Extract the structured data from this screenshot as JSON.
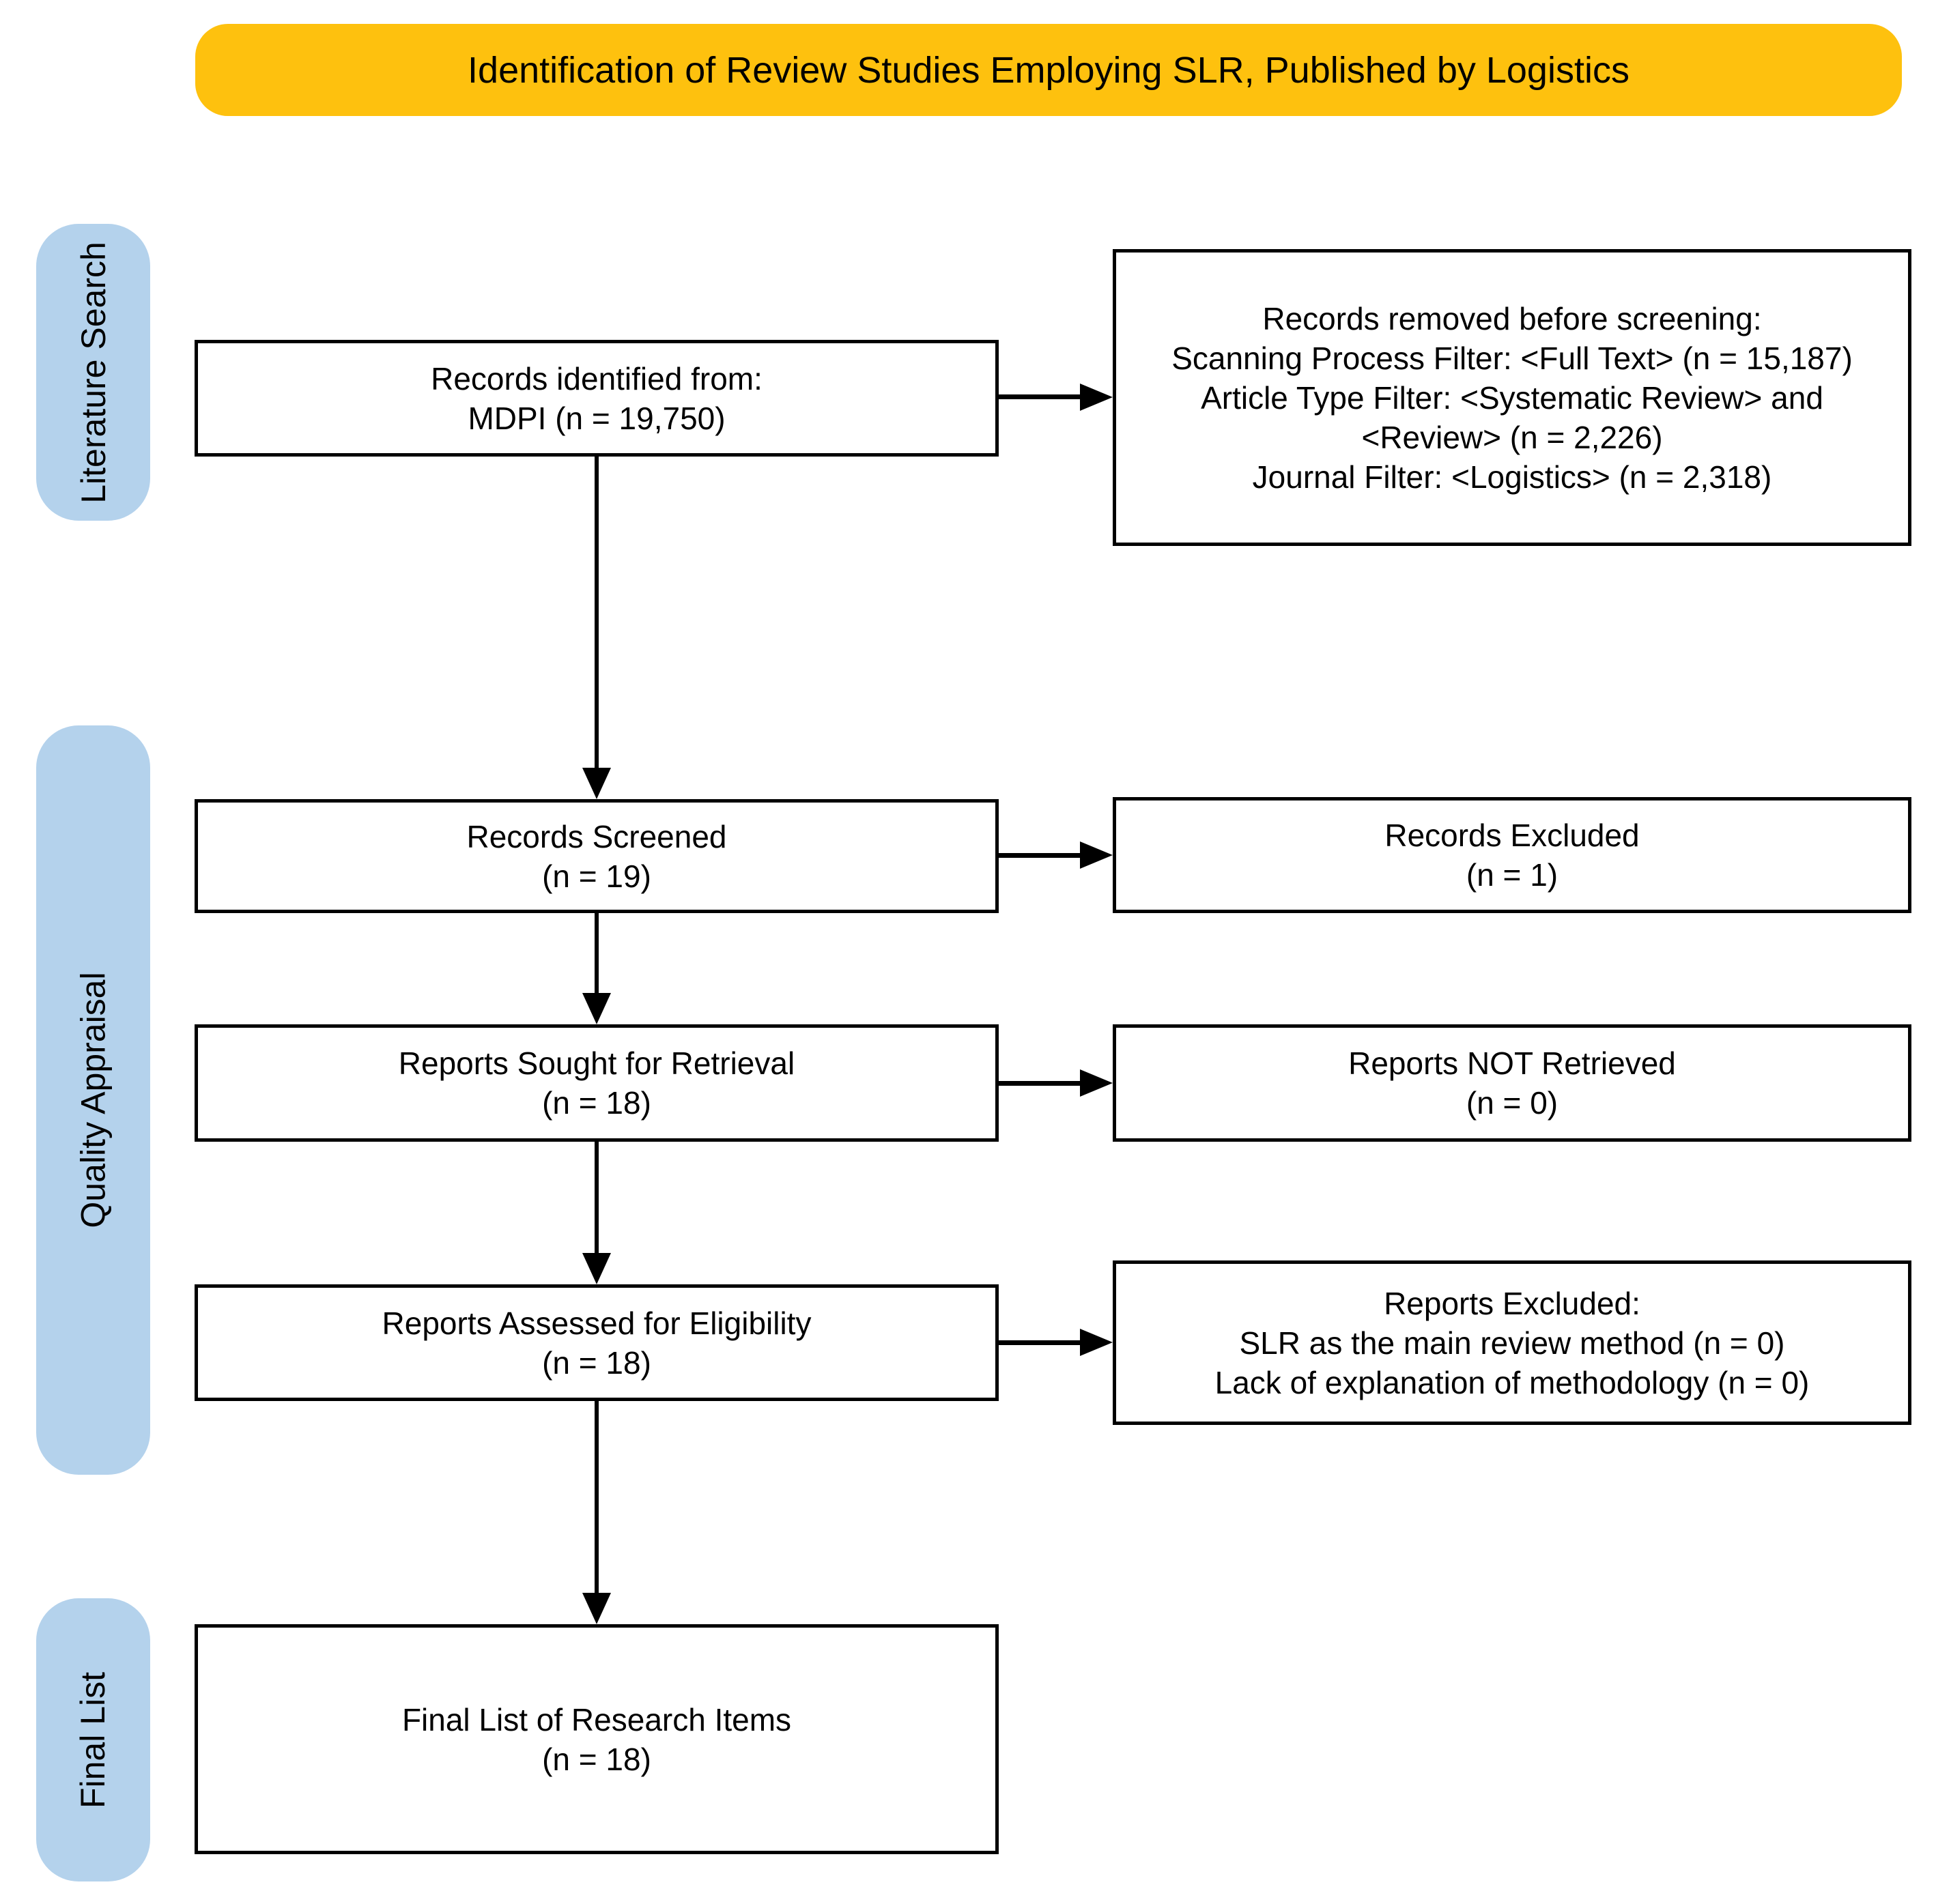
{
  "title": "Identification of Review Studies Employing SLR, Published by Logistics",
  "colors": {
    "title_bg": "#FEC10E",
    "stage_bg": "#B4D2EC",
    "line": "#000000",
    "box_bg": "#FFFFFF"
  },
  "stages": [
    {
      "label": "Literature Search"
    },
    {
      "label": "Quality Appraisal"
    },
    {
      "label": "Final List"
    }
  ],
  "boxes": {
    "identified": {
      "line1": "Records identified from:",
      "line2": "MDPI (n = 19,750)"
    },
    "removed": {
      "line1": "Records removed before screening:",
      "line2": "Scanning Process Filter: <Full Text> (n = 15,187)",
      "line3": "Article Type Filter: <Systematic Review> and <Review> (n = 2,226)",
      "line4": "Journal Filter: <Logistics> (n = 2,318)"
    },
    "screened": {
      "line1": "Records Screened",
      "line2": "(n = 19)"
    },
    "excluded": {
      "line1": "Records Excluded",
      "line2": "(n = 1)"
    },
    "sought": {
      "line1": "Reports Sought for Retrieval",
      "line2": "(n = 18)"
    },
    "not_retrieved": {
      "line1": "Reports NOT Retrieved",
      "line2": "(n = 0)"
    },
    "assessed": {
      "line1": "Reports Assessed for Eligibility",
      "line2": "(n = 18)"
    },
    "reports_excluded": {
      "line1": "Reports Excluded:",
      "line2": "SLR as the main review method (n = 0)",
      "line3": "Lack of explanation of methodology (n = 0)"
    },
    "final_list": {
      "line1": "Final List of Research Items",
      "line2": "(n = 18)"
    }
  }
}
